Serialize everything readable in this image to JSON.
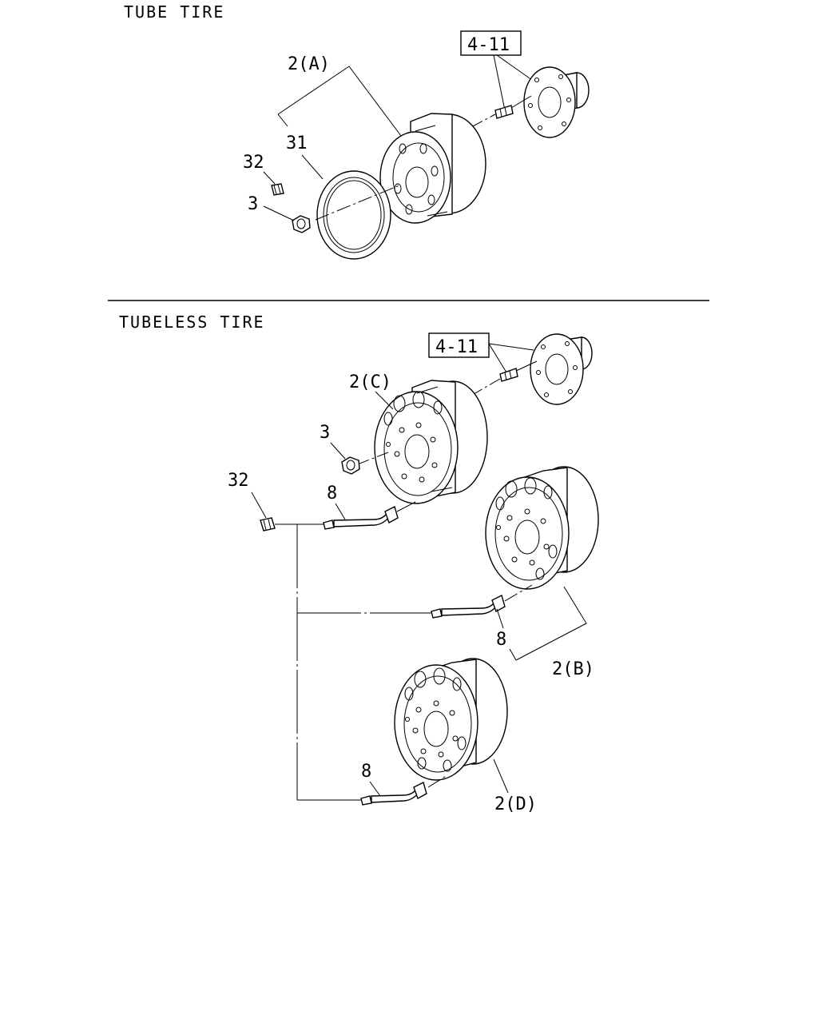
{
  "sections": {
    "tube": {
      "title": "TUBE TIRE"
    },
    "tubeless": {
      "title": "TUBELESS TIRE"
    }
  },
  "callouts": {
    "tube_ref": "4-11",
    "tube_wheel": "2(A)",
    "tube_flap": "31",
    "tube_cap": "32",
    "tube_nut": "3",
    "tubeless_ref": "4-11",
    "tubeless_wheel_c": "2(C)",
    "tubeless_nut": "3",
    "tubeless_cap": "32",
    "valve_1": "8",
    "valve_2": "8",
    "valve_3": "8",
    "tubeless_wheel_b": "2(B)",
    "tubeless_wheel_d": "2(D)"
  }
}
